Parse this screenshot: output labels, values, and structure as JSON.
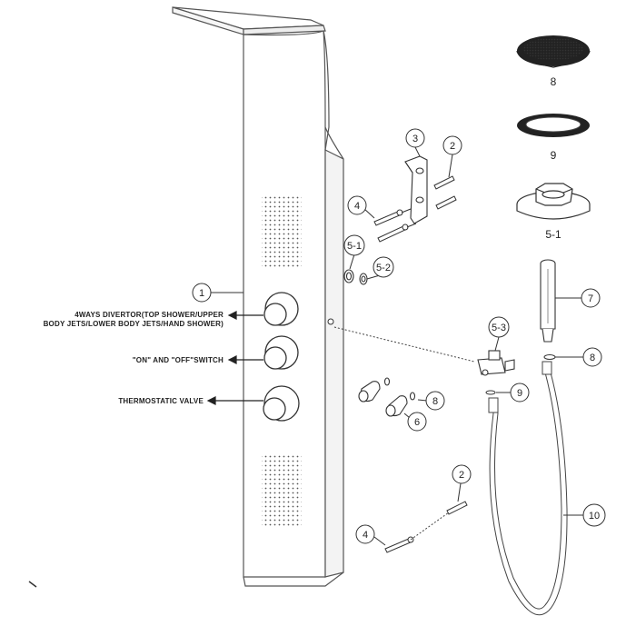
{
  "callouts": {
    "c1": "1",
    "c2a": "2",
    "c2b": "2",
    "c3": "3",
    "c4a": "4",
    "c4b": "4",
    "c5_1": "5-1",
    "c5_2": "5-2",
    "c5_3": "5-3",
    "c6": "6",
    "c7": "7",
    "c8a": "8",
    "c8b": "8",
    "c9": "9",
    "c10": "10"
  },
  "top_right_labels": {
    "p8": "8",
    "p9": "9",
    "p5_1": "5-1"
  },
  "side_labels": {
    "diverter_line1": "4WAYS DIVERTOR(TOP SHOWER/UPPER",
    "diverter_line2": "BODY JETS/LOWER BODY JETS/HAND SHOWER)",
    "switch": "\"ON\" AND \"OFF\"SWITCH",
    "thermostatic": "THERMOSTATIC VALVE"
  }
}
